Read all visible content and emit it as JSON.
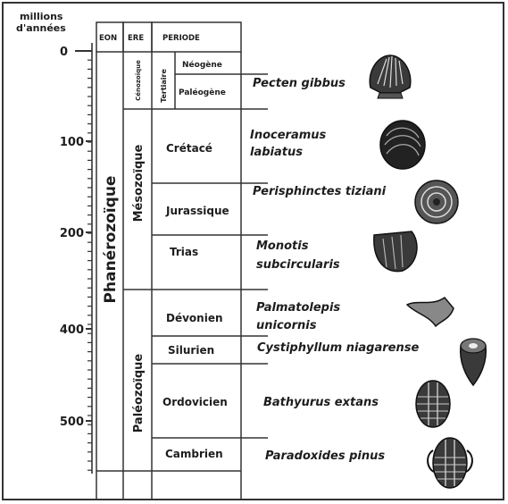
{
  "axis": {
    "unit_line1": "millions",
    "unit_line2": "d'années",
    "ticks": [
      {
        "value": 0,
        "label": "0"
      },
      {
        "value": 100,
        "label": "100"
      },
      {
        "value": 200,
        "label": "200"
      },
      {
        "value": 400,
        "label": "400"
      },
      {
        "value": 500,
        "label": "500"
      }
    ]
  },
  "headers": {
    "eon": "EON",
    "ere": "ERE",
    "periode": "PERIODE"
  },
  "eon": {
    "name": "Phanérozoïque"
  },
  "eras": [
    {
      "id": "cenozoique",
      "name": "Cénozoïque"
    },
    {
      "id": "mesozoique",
      "name": "Mésozoïque"
    },
    {
      "id": "paleozoique",
      "name": "Paléozoïque"
    }
  ],
  "subera": {
    "name": "Tertiaire"
  },
  "periods": [
    {
      "id": "neogene",
      "name": "Néogène"
    },
    {
      "id": "paleogene",
      "name": "Paléogène"
    },
    {
      "id": "cretace",
      "name": "Crétacé"
    },
    {
      "id": "jurassique",
      "name": "Jurassique"
    },
    {
      "id": "trias",
      "name": "Trias"
    },
    {
      "id": "devonien",
      "name": "Dévonien"
    },
    {
      "id": "silurien",
      "name": "Silurien"
    },
    {
      "id": "ordovicien",
      "name": "Ordovicien"
    },
    {
      "id": "cambrien",
      "name": "Cambrien"
    }
  ],
  "fossils": [
    {
      "id": "pecten",
      "line1": "Pecten gibbus",
      "line2": "",
      "icon": "scallop-shell-icon"
    },
    {
      "id": "inoceramus",
      "line1": "Inoceramus",
      "line2": "labiatus",
      "icon": "inoceramus-shell-icon"
    },
    {
      "id": "perisphinctes",
      "line1": "Perisphinctes tiziani",
      "line2": "",
      "icon": "ammonite-icon"
    },
    {
      "id": "monotis",
      "line1": "Monotis",
      "line2": "subcircularis",
      "icon": "monotis-shell-icon"
    },
    {
      "id": "palmatolepis",
      "line1": "Palmatolepis",
      "line2": "unicornis",
      "icon": "conodont-icon"
    },
    {
      "id": "cystiphyllum",
      "line1": "Cystiphyllum niagarense",
      "line2": "",
      "icon": "coral-icon"
    },
    {
      "id": "bathyurus",
      "line1": "Bathyurus extans",
      "line2": "",
      "icon": "trilobite-icon"
    },
    {
      "id": "paradoxides",
      "line1": "Paradoxides pinus",
      "line2": "",
      "icon": "trilobite-icon"
    }
  ]
}
